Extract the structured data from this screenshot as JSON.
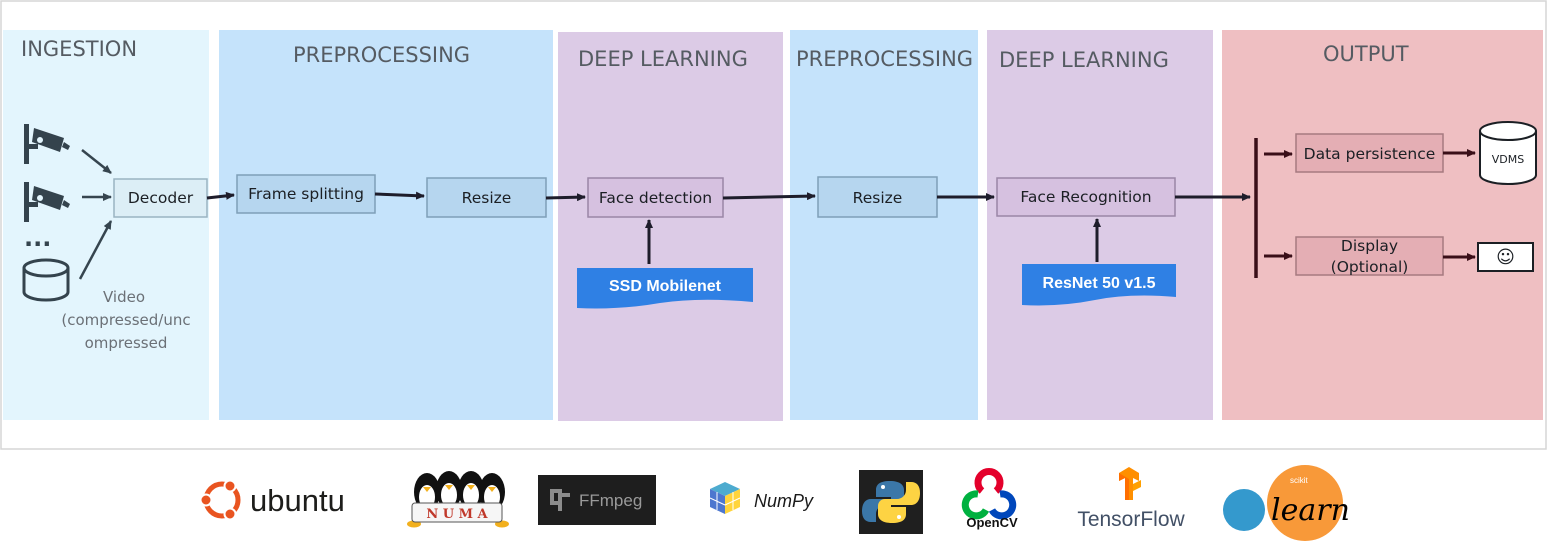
{
  "stages": [
    {
      "title": "INGESTION",
      "color": "#e3f5fd"
    },
    {
      "title": "PREPROCESSING",
      "color": "#c5e3fb"
    },
    {
      "title": "DEEP LEARNING",
      "color": "#dccbe6"
    },
    {
      "title": "PREPROCESSING",
      "color": "#c5e3fb"
    },
    {
      "title": "DEEP LEARNING",
      "color": "#dccbe6"
    },
    {
      "title": "OUTPUT",
      "color": "#efbfc2"
    }
  ],
  "ingestion": {
    "ellipsis": "...",
    "decoder": "Decoder",
    "video_note_lines": [
      "Video",
      "(compressed/unc",
      "ompressed"
    ]
  },
  "boxes": {
    "frame_splitting": "Frame splitting",
    "resize_1": "Resize",
    "face_detection": "Face detection",
    "resize_2": "Resize",
    "face_recognition": "Face Recognition",
    "data_persistence": "Data persistence",
    "display_lines": [
      "Display",
      "(Optional)"
    ],
    "vdms": "VDMS",
    "smiley": "☺"
  },
  "models": {
    "detection": "SSD Mobilenet",
    "recognition": "ResNet 50 v1.5",
    "color": "#2f80e4"
  },
  "logos": {
    "ubuntu": "ubuntu",
    "numa": "N U M A",
    "ffmpeg": "FFmpeg",
    "numpy": "NumPy",
    "opencv": "OpenCV",
    "tensorflow": "TensorFlow",
    "sklearn_small": "scikit",
    "sklearn_main": "learn"
  }
}
